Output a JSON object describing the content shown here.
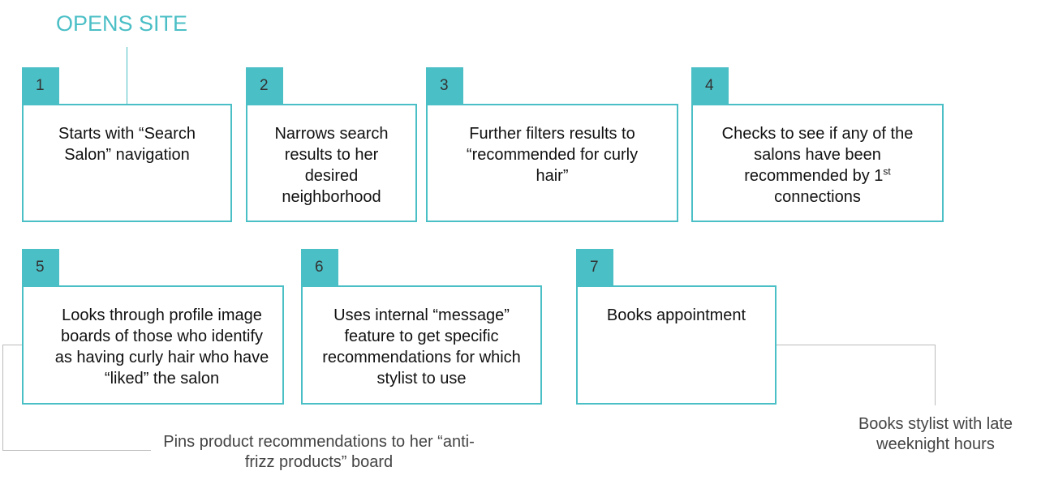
{
  "title": "OPENS SITE",
  "steps": [
    {
      "num": "1",
      "text": "Starts with “Search Salon” navigation"
    },
    {
      "num": "2",
      "text": "Narrows search results to her desired neighborhood"
    },
    {
      "num": "3",
      "text": "Further filters results to “recommended for curly hair”"
    },
    {
      "num": "4",
      "text": "Checks to see if any of the salons have been recommended by 1",
      "sup": "st",
      "text_after": " connections"
    },
    {
      "num": "5",
      "text": "Looks through profile image boards of those who identify as having curly hair who have “liked” the salon"
    },
    {
      "num": "6",
      "text": "Uses internal “message” feature to get specific recommendations for which stylist to use"
    },
    {
      "num": "7",
      "text": "Books appointment"
    }
  ],
  "notes": {
    "pins": "Pins product recommendations to her “anti-frizz products” board",
    "books": "Books stylist with late weeknight hours"
  },
  "colors": {
    "accent": "#4bbfc6"
  }
}
